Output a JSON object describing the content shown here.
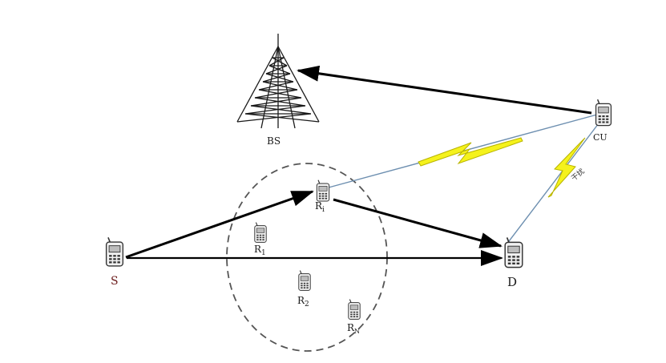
{
  "nodes": {
    "bs": {
      "label": "BS"
    },
    "cu": {
      "label": "CU"
    },
    "source": {
      "label": "S"
    },
    "destination": {
      "label": "D"
    },
    "relay_i": {
      "label": "R",
      "sub": "i"
    },
    "relay_1": {
      "label": "R",
      "sub": "1"
    },
    "relay_2": {
      "label": "R",
      "sub": "2"
    },
    "relay_n": {
      "label": "R",
      "sub": "N"
    }
  },
  "interference_label": "干扰",
  "colors": {
    "arrow": "#000000",
    "bolt_fill": "#f5f21c",
    "bolt_stroke": "#b8b400",
    "link_line": "#6d8fb0",
    "cluster_ring": "#555555"
  },
  "icons": [
    "tower-icon",
    "phone-icon"
  ]
}
